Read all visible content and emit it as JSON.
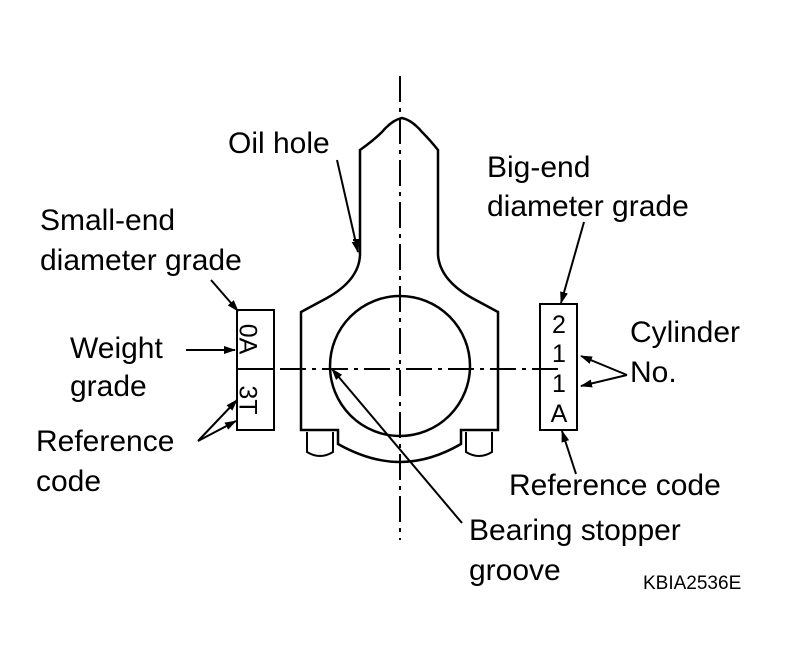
{
  "labels": {
    "oil_hole": "Oil hole",
    "big_end_grade_line1": "Big-end",
    "big_end_grade_line2": "diameter grade",
    "small_end_grade_line1": "Small-end",
    "small_end_grade_line2": "diameter grade",
    "weight_grade_line1": "Weight",
    "weight_grade_line2": "grade",
    "cylinder_no_line1": "Cylinder",
    "cylinder_no_line2": "No.",
    "reference_code_left_line1": "Reference",
    "reference_code_left_line2": "code",
    "reference_code_right": "Reference code",
    "bearing_groove_line1": "Bearing stopper",
    "bearing_groove_line2": "groove"
  },
  "left_marking": {
    "top": "0A",
    "bottom": "3T"
  },
  "right_marking": {
    "chars": [
      "2",
      "1",
      "1",
      "A"
    ]
  },
  "figure_code": "KBIA2536E"
}
